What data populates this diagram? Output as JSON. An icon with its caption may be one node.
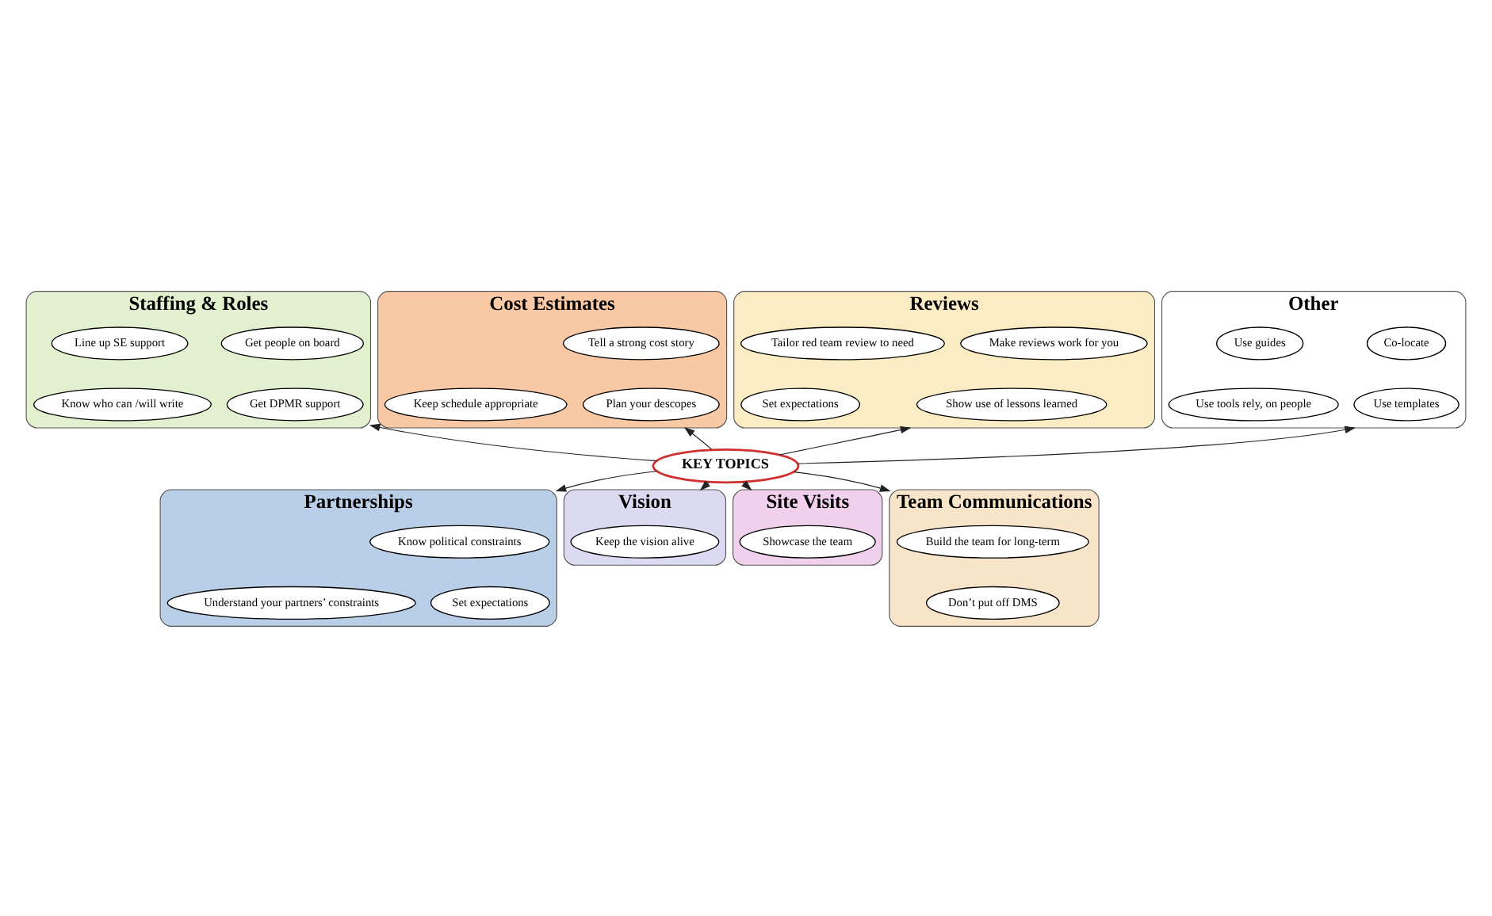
{
  "diagram": {
    "nodes": [
      {
        "text": [
          "Staffing & Roles"
        ]
      },
      {
        "text": [
          "Get people on board"
        ],
        "in": 0
      },
      {
        "text": [
          "Line up SE support"
        ],
        "in": 0
      },
      {
        "text": [
          "Get DPMR support"
        ],
        "in": 0
      },
      {
        "text": [
          "Know who can /will write"
        ],
        "in": 0
      },
      {
        "text": [
          "Cost Estimates"
        ]
      },
      {
        "text": [
          "Tell a strong cost story"
        ],
        "in": 5
      },
      {
        "text": [
          "Plan your descopes"
        ],
        "in": 5
      },
      {
        "text": [
          "Keep schedule appropriate"
        ],
        "in": 5
      },
      {
        "text": [
          "Reviews"
        ]
      },
      {
        "text": [
          "Make reviews work for you"
        ],
        "in": 9
      },
      {
        "text": [
          "Tailor red team review to need"
        ],
        "in": 9
      },
      {
        "text": [
          "Show use of lessons learned"
        ],
        "in": 9
      },
      {
        "text": [
          "Set expectations"
        ],
        "in": 9
      },
      {
        "text": [
          "Other"
        ]
      },
      {
        "text": [
          "Co-locate"
        ],
        "in": 14
      },
      {
        "text": [
          "Use guides"
        ],
        "in": 14
      },
      {
        "text": [
          "Use templates"
        ],
        "in": 14
      },
      {
        "text": [
          "Use tools rely, on people"
        ],
        "in": 14
      },
      {
        "text": [
          "KEY TOPICS"
        ]
      },
      {
        "text": [
          "Partnerships"
        ]
      },
      {
        "text": [
          "Know political constraints"
        ],
        "in": 20
      },
      {
        "text": [
          "Set expectations"
        ],
        "in": 20
      },
      {
        "text": [
          "Understand your partners’ constraints"
        ],
        "in": 20
      },
      {
        "text": [
          "Vision"
        ]
      },
      {
        "text": [
          "Keep the vision alive"
        ],
        "in": 24
      },
      {
        "text": [
          "Site Visits"
        ]
      },
      {
        "text": [
          "Showcase the team"
        ],
        "in": 26
      },
      {
        "text": [
          "Team Communications"
        ]
      },
      {
        "text": [
          "Build the team for long-term"
        ],
        "in": 28
      },
      {
        "text": [
          "Don’t put off DMS"
        ],
        "in": 28
      }
    ],
    "edges": [
      {
        "from": 19,
        "to": 0,
        "arrow": "to"
      },
      {
        "from": 19,
        "to": 5,
        "arrow": "to"
      },
      {
        "from": 19,
        "to": 9,
        "arrow": "to"
      },
      {
        "from": 19,
        "to": 14,
        "arrow": "to"
      },
      {
        "from": 19,
        "to": 20,
        "arrow": "to"
      },
      {
        "from": 19,
        "to": 24,
        "arrow": "to"
      },
      {
        "from": 19,
        "to": 26,
        "arrow": "to"
      },
      {
        "from": 19,
        "to": 28,
        "arrow": "to"
      }
    ]
  }
}
